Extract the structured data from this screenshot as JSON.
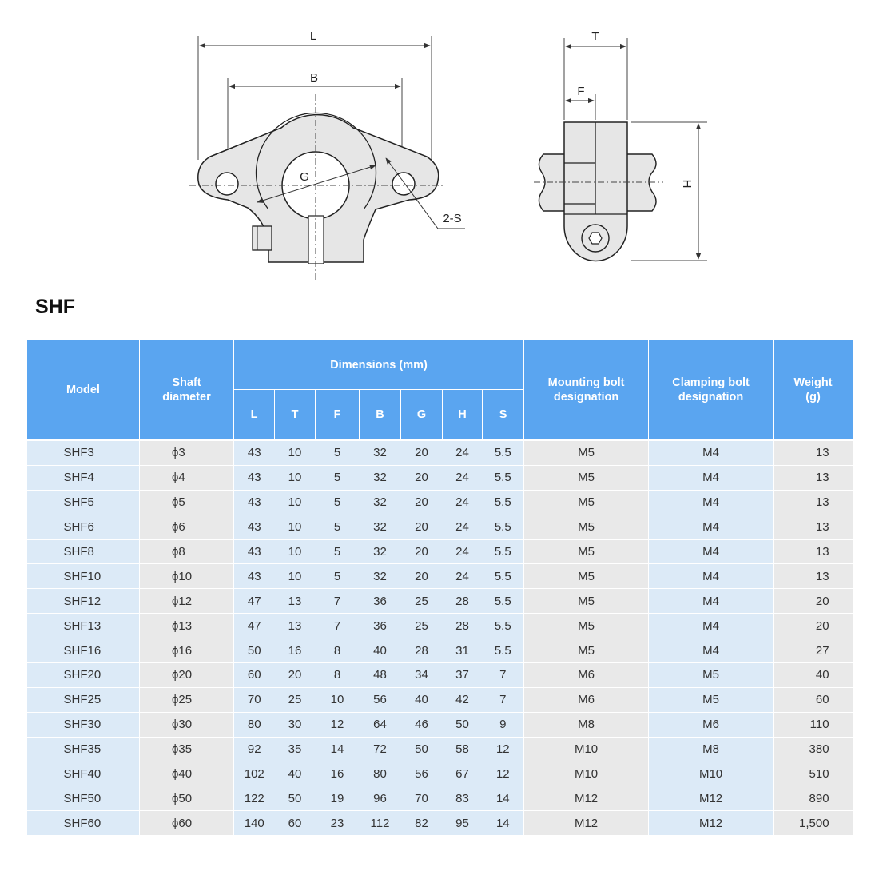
{
  "drawing": {
    "labels": {
      "L": "L",
      "B": "B",
      "G": "G",
      "S": "2-S",
      "T": "T",
      "F": "F",
      "H": "H"
    }
  },
  "title": "SHF",
  "table": {
    "headers": {
      "model": "Model",
      "shaft_line1": "Shaft",
      "shaft_line2": "diameter",
      "dimensions": "Dimensions (mm)",
      "dims": [
        "L",
        "T",
        "F",
        "B",
        "G",
        "H",
        "S"
      ],
      "mount_line1": "Mounting bolt",
      "mount_line2": "designation",
      "clamp_line1": "Clamping bolt",
      "clamp_line2": "designation",
      "weight_line1": "Weight",
      "weight_line2": "(g)"
    },
    "rows": [
      {
        "model": "SHF3",
        "shaft": "ϕ3",
        "L": "43",
        "T": "10",
        "F": "5",
        "B": "32",
        "G": "20",
        "H": "24",
        "S": "5.5",
        "mount": "M5",
        "clamp": "M4",
        "weight": "13"
      },
      {
        "model": "SHF4",
        "shaft": "ϕ4",
        "L": "43",
        "T": "10",
        "F": "5",
        "B": "32",
        "G": "20",
        "H": "24",
        "S": "5.5",
        "mount": "M5",
        "clamp": "M4",
        "weight": "13"
      },
      {
        "model": "SHF5",
        "shaft": "ϕ5",
        "L": "43",
        "T": "10",
        "F": "5",
        "B": "32",
        "G": "20",
        "H": "24",
        "S": "5.5",
        "mount": "M5",
        "clamp": "M4",
        "weight": "13"
      },
      {
        "model": "SHF6",
        "shaft": "ϕ6",
        "L": "43",
        "T": "10",
        "F": "5",
        "B": "32",
        "G": "20",
        "H": "24",
        "S": "5.5",
        "mount": "M5",
        "clamp": "M4",
        "weight": "13"
      },
      {
        "model": "SHF8",
        "shaft": "ϕ8",
        "L": "43",
        "T": "10",
        "F": "5",
        "B": "32",
        "G": "20",
        "H": "24",
        "S": "5.5",
        "mount": "M5",
        "clamp": "M4",
        "weight": "13"
      },
      {
        "model": "SHF10",
        "shaft": "ϕ10",
        "L": "43",
        "T": "10",
        "F": "5",
        "B": "32",
        "G": "20",
        "H": "24",
        "S": "5.5",
        "mount": "M5",
        "clamp": "M4",
        "weight": "13"
      },
      {
        "model": "SHF12",
        "shaft": "ϕ12",
        "L": "47",
        "T": "13",
        "F": "7",
        "B": "36",
        "G": "25",
        "H": "28",
        "S": "5.5",
        "mount": "M5",
        "clamp": "M4",
        "weight": "20"
      },
      {
        "model": "SHF13",
        "shaft": "ϕ13",
        "L": "47",
        "T": "13",
        "F": "7",
        "B": "36",
        "G": "25",
        "H": "28",
        "S": "5.5",
        "mount": "M5",
        "clamp": "M4",
        "weight": "20"
      },
      {
        "model": "SHF16",
        "shaft": "ϕ16",
        "L": "50",
        "T": "16",
        "F": "8",
        "B": "40",
        "G": "28",
        "H": "31",
        "S": "5.5",
        "mount": "M5",
        "clamp": "M4",
        "weight": "27"
      },
      {
        "model": "SHF20",
        "shaft": "ϕ20",
        "L": "60",
        "T": "20",
        "F": "8",
        "B": "48",
        "G": "34",
        "H": "37",
        "S": "7",
        "mount": "M6",
        "clamp": "M5",
        "weight": "40"
      },
      {
        "model": "SHF25",
        "shaft": "ϕ25",
        "L": "70",
        "T": "25",
        "F": "10",
        "B": "56",
        "G": "40",
        "H": "42",
        "S": "7",
        "mount": "M6",
        "clamp": "M5",
        "weight": "60"
      },
      {
        "model": "SHF30",
        "shaft": "ϕ30",
        "L": "80",
        "T": "30",
        "F": "12",
        "B": "64",
        "G": "46",
        "H": "50",
        "S": "9",
        "mount": "M8",
        "clamp": "M6",
        "weight": "110"
      },
      {
        "model": "SHF35",
        "shaft": "ϕ35",
        "L": "92",
        "T": "35",
        "F": "14",
        "B": "72",
        "G": "50",
        "H": "58",
        "S": "12",
        "mount": "M10",
        "clamp": "M8",
        "weight": "380"
      },
      {
        "model": "SHF40",
        "shaft": "ϕ40",
        "L": "102",
        "T": "40",
        "F": "16",
        "B": "80",
        "G": "56",
        "H": "67",
        "S": "12",
        "mount": "M10",
        "clamp": "M10",
        "weight": "510"
      },
      {
        "model": "SHF50",
        "shaft": "ϕ50",
        "L": "122",
        "T": "50",
        "F": "19",
        "B": "96",
        "G": "70",
        "H": "83",
        "S": "14",
        "mount": "M12",
        "clamp": "M12",
        "weight": "890"
      },
      {
        "model": "SHF60",
        "shaft": "ϕ60",
        "L": "140",
        "T": "60",
        "F": "23",
        "B": "112",
        "G": "82",
        "H": "95",
        "S": "14",
        "mount": "M12",
        "clamp": "M12",
        "weight": "1,500"
      }
    ]
  },
  "colors": {
    "header_blue": "#5aa5f0",
    "row_light_blue": "#dceaf7",
    "row_gray": "#e9e9e9",
    "part_fill": "#e6e6e6"
  }
}
